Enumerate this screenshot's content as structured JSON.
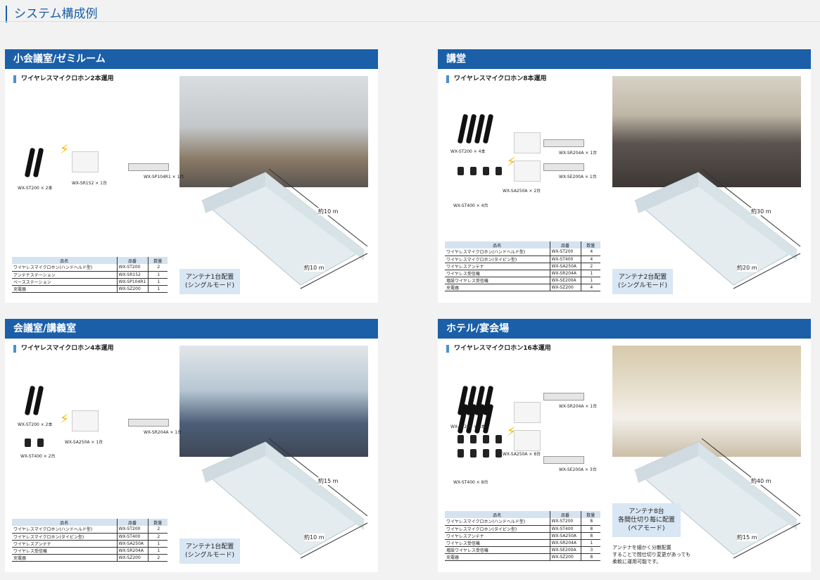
{
  "page_title": "システム構成例",
  "table_headers": [
    "品名",
    "品番",
    "数量"
  ],
  "panels": [
    {
      "title": "小会議室/ゼミルーム",
      "subtitle": "ワイヤレスマイクロホン2本運用",
      "photo": "meeting",
      "devices": {
        "mic": "WX-ST200 × 2本",
        "antenna": "WX-SR152 × 1台",
        "rack": "WX-SP104R1 × 1台"
      },
      "dims": [
        "約10 m",
        "約10 m"
      ],
      "callout": [
        "アンテナ1台配置",
        "(シングルモード)"
      ],
      "rows": [
        [
          "ワイヤレスマイクロホン(ハンドヘルド型)",
          "WX-ST200",
          "2"
        ],
        [
          "アンテナステーション",
          "WX-SR152",
          "1"
        ],
        [
          "ベースステーション",
          "WX-SP104R1",
          "1"
        ],
        [
          "充電器",
          "WX-SZ200",
          "1"
        ]
      ]
    },
    {
      "title": "講堂",
      "subtitle": "ワイヤレスマイクロホン8本運用",
      "photo": "hall",
      "devices": {
        "mic": "WX-ST200 × 4本",
        "pack": "WX-ST400 × 4台",
        "antenna": "WX-SA250A × 2台",
        "rack": "WX-SR204A × 1台",
        "rack2": "WX-SE200A × 1台"
      },
      "dims": [
        "約30 m",
        "約20 m"
      ],
      "callout": [
        "アンテナ2台配置",
        "(シングルモード)"
      ],
      "rows": [
        [
          "ワイヤレスマイクロホン(ハンドヘルド型)",
          "WX-ST200",
          "4"
        ],
        [
          "ワイヤレスマイクロホン(タイピン型)",
          "WX-ST400",
          "4"
        ],
        [
          "ワイヤレスアンテナ",
          "WX-SA250A",
          "2"
        ],
        [
          "ワイヤレス受信機",
          "WX-SR204A",
          "1"
        ],
        [
          "増設ワイヤレス受信機",
          "WX-SE200A",
          "1"
        ],
        [
          "充電器",
          "WX-SZ200",
          "4"
        ]
      ]
    },
    {
      "title": "会議室/講義室",
      "subtitle": "ワイヤレスマイクロホン4本運用",
      "photo": "class",
      "devices": {
        "mic": "WX-ST200 × 2本",
        "pack": "WX-ST400 × 2台",
        "antenna": "WX-SA250A × 1台",
        "rack": "WX-SR204A × 1台"
      },
      "dims": [
        "約15 m",
        "約10 m"
      ],
      "callout": [
        "アンテナ1台配置",
        "(シングルモード)"
      ],
      "rows": [
        [
          "ワイヤレスマイクロホン(ハンドヘルド型)",
          "WX-ST200",
          "2"
        ],
        [
          "ワイヤレスマイクロホン(タイピン型)",
          "WX-ST400",
          "2"
        ],
        [
          "ワイヤレスアンテナ",
          "WX-SA250A",
          "1"
        ],
        [
          "ワイヤレス受信機",
          "WX-SR204A",
          "1"
        ],
        [
          "充電器",
          "WX-SZ200",
          "2"
        ]
      ]
    },
    {
      "title": "ホテル/宴会場",
      "subtitle": "ワイヤレスマイクロホン16本運用",
      "photo": "hotel",
      "devices": {
        "mic": "WX-ST200 × 8本",
        "pack": "WX-ST400 × 8台",
        "antenna": "WX-SA250A × 8台",
        "rack": "WX-SR204A × 1台",
        "rack2": "WX-SE200A × 3台"
      },
      "dims": [
        "約40 m",
        "約15 m"
      ],
      "callout": [
        "アンテナ8台",
        "各間仕切り毎に配置",
        "(ペアモード)"
      ],
      "note": [
        "アンテナを細かく分散配置",
        "することで間仕切り変更があっても",
        "柔軟に運用可能です。"
      ],
      "rows": [
        [
          "ワイヤレスマイクロホン(ハンドヘルド型)",
          "WX-ST200",
          "8"
        ],
        [
          "ワイヤレスマイクロホン(タイピン型)",
          "WX-ST400",
          "8"
        ],
        [
          "ワイヤレスアンテナ",
          "WX-SA250A",
          "8"
        ],
        [
          "ワイヤレス受信機",
          "WX-SR204A",
          "1"
        ],
        [
          "増設ワイヤレス受信機",
          "WX-SE200A",
          "3"
        ],
        [
          "充電器",
          "WX-SZ200",
          "8"
        ]
      ]
    }
  ]
}
